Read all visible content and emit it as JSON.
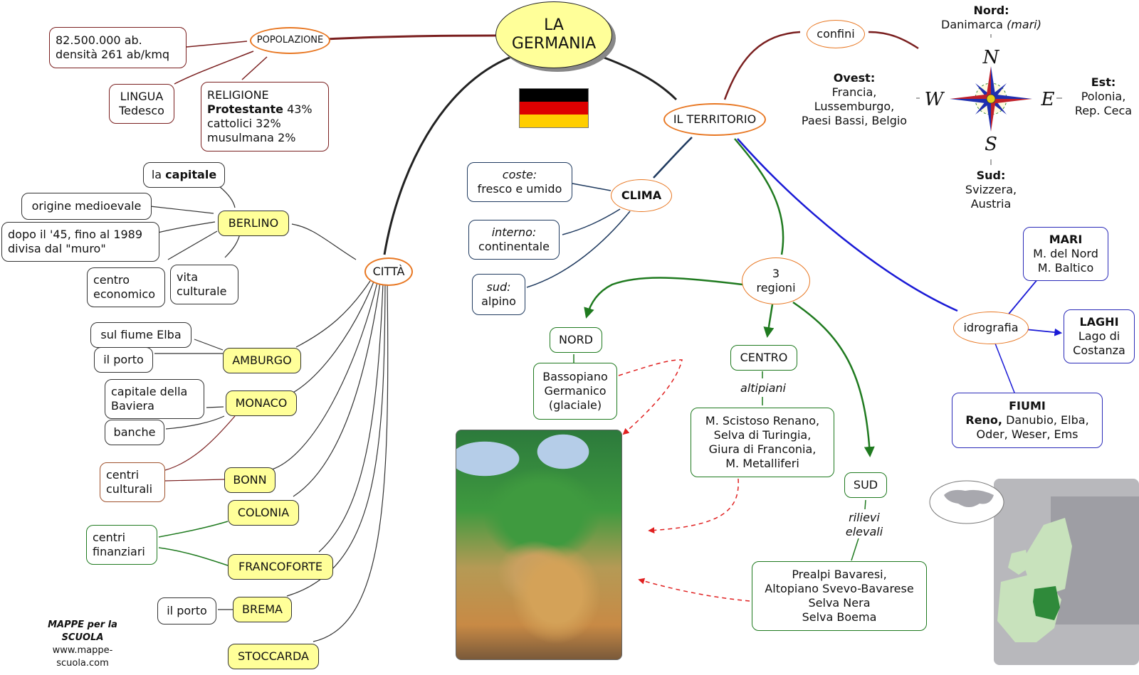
{
  "title": {
    "line1": "LA",
    "line2": "GERMANIA"
  },
  "flag_colors": [
    "#000000",
    "#dd0000",
    "#ffce00"
  ],
  "colors": {
    "city_fill": "#ffff99",
    "concept_border": "#e87722",
    "maroon_link": "#7a1f1f",
    "green_link": "#1f7a1f",
    "blue_link": "#1a1ad6",
    "navy_link": "#1f3a5f",
    "dashed_arrow": "#e02020"
  },
  "popolazione": {
    "label": "POPOLAZIONE",
    "abitanti": {
      "line1": "82.500.000 ab.",
      "line2": "densità 261 ab/kmq"
    },
    "lingua": {
      "line1": "LINGUA",
      "line2": "Tedesco"
    },
    "religione": {
      "heading": "RELIGIONE",
      "protestante_label": "Protestante",
      "protestante_value": "43%",
      "cattolici": "cattolici 32%",
      "musulmana": "musulmana 2%"
    }
  },
  "citta": {
    "label": "CITTÀ",
    "cities": [
      {
        "name": "BERLINO"
      },
      {
        "name": "AMBURGO"
      },
      {
        "name": "MONACO"
      },
      {
        "name": "BONN"
      },
      {
        "name": "COLONIA"
      },
      {
        "name": "FRANCOFORTE"
      },
      {
        "name": "BREMA"
      },
      {
        "name": "STOCCARDA"
      }
    ],
    "berlino_notes": {
      "capitale_pre": "la",
      "capitale_bold": "capitale",
      "origine": "origine medioevale",
      "muro_line1": "dopo il '45, fino al 1989",
      "muro_line2": "divisa dal \"muro\"",
      "centro_line1": "centro",
      "centro_line2": "economico",
      "vita_line1": "vita",
      "vita_line2": "culturale"
    },
    "amburgo_notes": {
      "fiume": "sul fiume Elba",
      "porto": "il porto"
    },
    "monaco_notes": {
      "capitale_line1": "capitale della",
      "capitale_line2": "Baviera",
      "banche": "banche"
    },
    "centri_culturali": {
      "line1": "centri",
      "line2": "culturali"
    },
    "centri_finanziari": {
      "line1": "centri",
      "line2": "finanziari"
    },
    "brema_notes": {
      "porto": "il porto"
    }
  },
  "territorio": {
    "label": "IL TERRITORIO",
    "confini": {
      "label": "confini",
      "nord": {
        "heading": "Nord:",
        "text": "Danimarca",
        "note": "(mari)"
      },
      "ovest": {
        "heading": "Ovest:",
        "lines": [
          "Francia,",
          "Lussemburgo,",
          "Paesi Bassi, Belgio"
        ]
      },
      "est": {
        "heading": "Est:",
        "lines": [
          "Polonia,",
          "Rep. Ceca"
        ]
      },
      "sud": {
        "heading": "Sud:",
        "lines": [
          "Svizzera,",
          "Austria"
        ]
      },
      "compass": {
        "n": "N",
        "s": "S",
        "e": "E",
        "w": "W"
      }
    },
    "clima": {
      "label": "CLIMA",
      "coste": {
        "heading": "coste:",
        "text": "fresco e umido"
      },
      "interno": {
        "heading": "interno:",
        "text": "continentale"
      },
      "sud": {
        "heading": "sud:",
        "text": "alpino"
      }
    },
    "regioni": {
      "label_line1": "3",
      "label_line2": "regioni",
      "nord": {
        "label": "NORD",
        "lines": [
          "Bassopiano",
          "Germanico",
          "(glaciale)"
        ]
      },
      "centro": {
        "label": "CENTRO",
        "link": "altipiani",
        "lines": [
          "M. Scistoso Renano,",
          "Selva di Turingia,",
          "Giura di Franconia,",
          "M. Metalliferi"
        ]
      },
      "sud": {
        "label": "SUD",
        "link_line1": "rilievi",
        "link_line2": "elevali",
        "lines": [
          "Prealpi Bavaresi,",
          "Altopiano Svevo-Bavarese",
          "Selva Nera",
          "Selva Boema"
        ]
      }
    },
    "idrografia": {
      "label": "idrografia",
      "mari": {
        "heading": "MARI",
        "lines": [
          "M. del Nord",
          "M. Baltico"
        ]
      },
      "laghi": {
        "heading": "LAGHI",
        "lines": [
          "Lago di",
          "Costanza"
        ]
      },
      "fiumi": {
        "heading": "FIUMI",
        "bold_item": "Reno,",
        "line1_rest": "Danubio, Elba,",
        "line2": "Oder, Weser, Ems"
      }
    }
  },
  "footer": {
    "brand": "MAPPE per la SCUOLA",
    "url": "www.mappe-scuola.com"
  }
}
